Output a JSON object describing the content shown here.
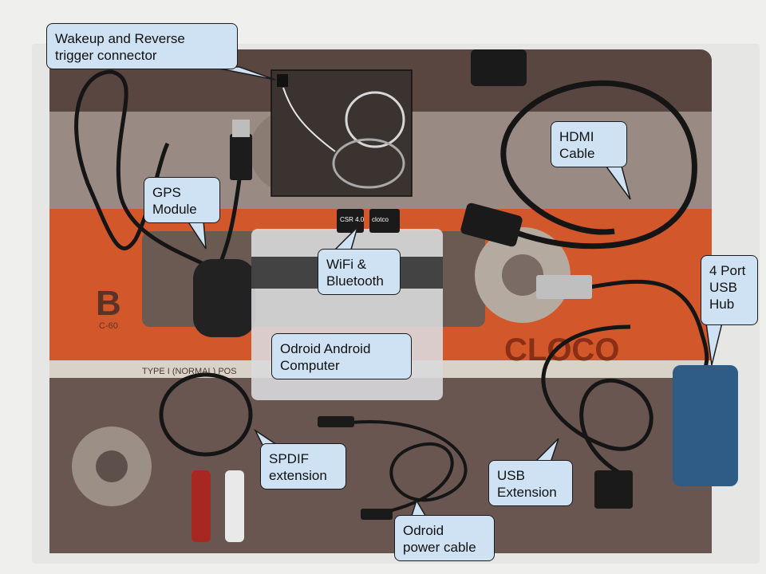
{
  "callouts": {
    "wakeup": {
      "line1": "Wakeup and Reverse",
      "line2": "trigger connector"
    },
    "gps": {
      "line1": "GPS",
      "line2": "Module"
    },
    "wifi": {
      "line1": "WiFi &",
      "line2": "Bluetooth"
    },
    "hdmi": {
      "line1": "HDMI",
      "line2": "Cable"
    },
    "usbhub": {
      "line1": "4 Port",
      "line2": "USB",
      "line3": "Hub"
    },
    "odroid": {
      "line1": "Odroid Android",
      "line2": "Computer"
    },
    "spdif": {
      "line1": "SPDIF",
      "line2": "extension"
    },
    "usbext": {
      "line1": "USB",
      "line2": "Extension"
    },
    "power": {
      "line1": "Odroid",
      "line2": "power cable"
    }
  },
  "tape_labels": {
    "side": "B",
    "length": "C-60",
    "type": "TYPE I (NORMAL) POS",
    "brand": "CLOCO"
  },
  "dongle_labels": {
    "left": "CSR 4.0",
    "right": "clotco"
  },
  "colors": {
    "callout_fill": "#cfe2f3",
    "callout_border": "#1c1c1c",
    "tape_brown": "#5a4640",
    "tape_orange": "#d2582c",
    "cable_black": "#151515"
  }
}
